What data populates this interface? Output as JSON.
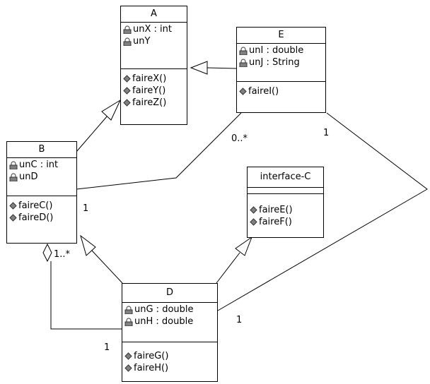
{
  "classes": {
    "A": {
      "name": "A",
      "attributes": [
        "unX : int",
        "unY"
      ],
      "operations": [
        "faireX()",
        "faireY()",
        "faireZ()"
      ]
    },
    "E": {
      "name": "E",
      "attributes": [
        "unI : double",
        "unJ : String"
      ],
      "operations": [
        "faireI()"
      ]
    },
    "B": {
      "name": "B",
      "attributes": [
        "unC : int",
        "unD"
      ],
      "operations": [
        "faireC()",
        "faireD()"
      ]
    },
    "C": {
      "name": "interface-C",
      "attributes": [],
      "operations": [
        "faireE()",
        "faireF()"
      ]
    },
    "D": {
      "name": "D",
      "attributes": [
        "unG : double",
        "unH : double"
      ],
      "operations": [
        "faireG()",
        "faireH()"
      ]
    }
  },
  "multiplicities": {
    "e_b_at_e": "0..*",
    "e_d_at_e": "1",
    "e_b_at_b": "1",
    "b_d_at_b": "1..*",
    "b_d_at_d": "1",
    "e_d_at_d": "1"
  },
  "icons": {
    "attribute": "lock-icon",
    "operation": "diamond-operation-icon"
  },
  "colors": {
    "line": "#000000",
    "background": "#ffffff",
    "lock": "#808080",
    "op_diamond": "#808080"
  }
}
